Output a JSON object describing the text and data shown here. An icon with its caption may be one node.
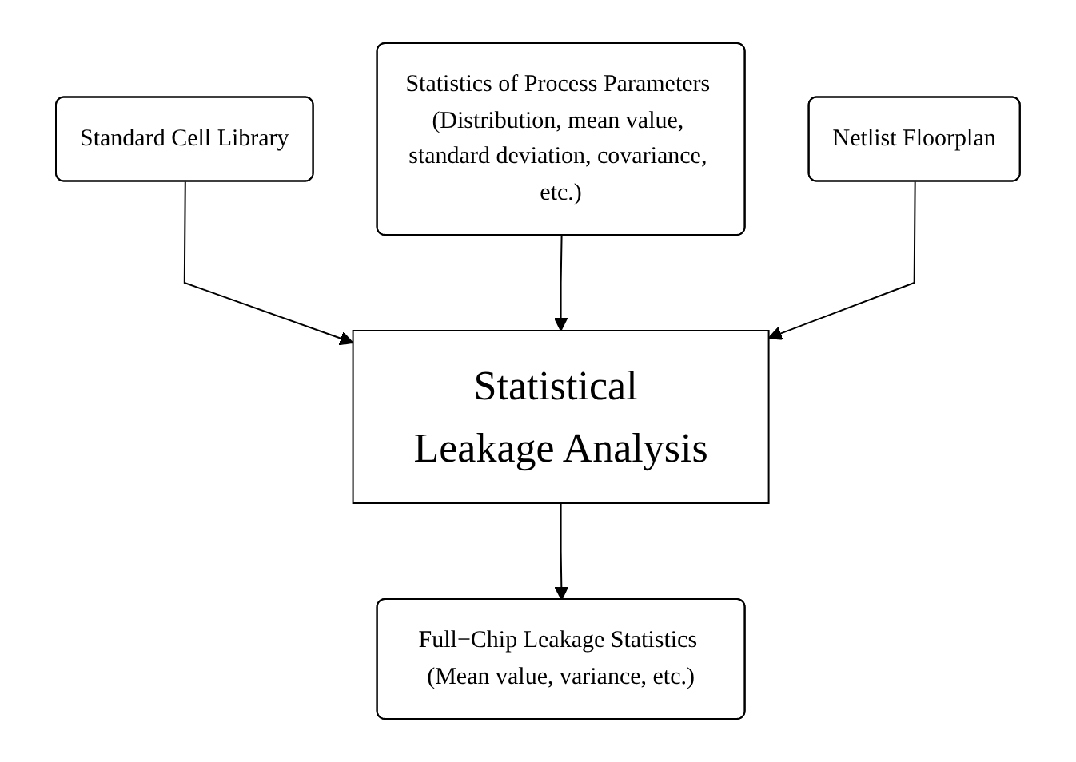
{
  "diagram": {
    "nodes": [
      {
        "text": [
          "Statistics of Process Parameters (Distribution, mean value, standard deviation, covariance, etc.)"
        ]
      },
      {
        "text": [
          "Standard Cell Library"
        ]
      },
      {
        "text": [
          "Netlist Floorplan"
        ]
      },
      {
        "text": [
          "Statistical Leakage Analysis"
        ]
      },
      {
        "text": [
          "Full−Chip Leakage Statistics (Mean value, variance, etc.)"
        ]
      }
    ],
    "edges": [
      {
        "from": 1,
        "to": 3,
        "arrow": "to"
      },
      {
        "from": 0,
        "to": 3,
        "arrow": "to"
      },
      {
        "from": 2,
        "to": 3,
        "arrow": "to"
      },
      {
        "from": 3,
        "to": 4,
        "arrow": "to"
      }
    ]
  }
}
